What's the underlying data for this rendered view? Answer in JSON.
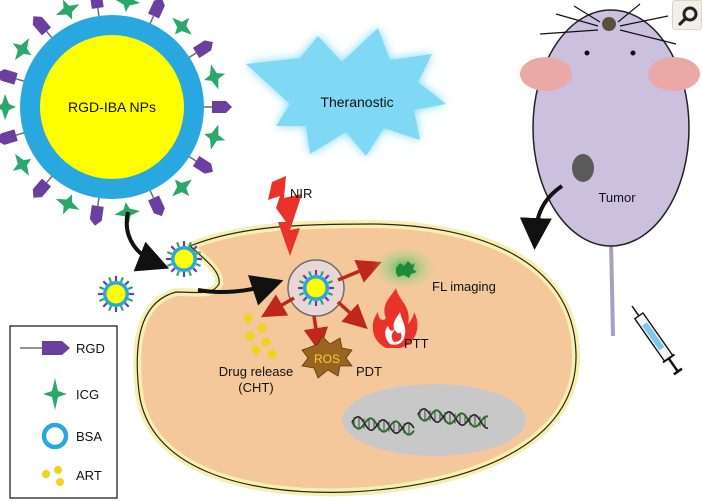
{
  "nanoparticle": {
    "label": "RGD-IBA NPs"
  },
  "theranostic": {
    "label": "Theranostic"
  },
  "nir": {
    "label": "NIR"
  },
  "fl_imaging": {
    "label": "FL imaging"
  },
  "ptt": {
    "label": "PTT"
  },
  "pdt": {
    "label": "PDT"
  },
  "ros": {
    "label": "ROS"
  },
  "drug_release": {
    "line1": "Drug release",
    "line2": "(CHT)"
  },
  "tumor": {
    "label": "Tumor"
  },
  "legend": {
    "items": [
      {
        "label": "RGD",
        "icon": "rgd-ligand-icon"
      },
      {
        "label": "ICG",
        "icon": "icg-star-icon"
      },
      {
        "label": "BSA",
        "icon": "bsa-ring-icon"
      },
      {
        "label": "ART",
        "icon": "art-dots-icon"
      }
    ]
  },
  "colors": {
    "core": "#ffff00",
    "bsa_shell": "#29a8e0",
    "rgd": "#6b3fa0",
    "icg": "#2aa86a",
    "cell": "#f4c89a",
    "cell_membrane": "#f6efb0",
    "nucleus": "#c8c8c8",
    "mouse": "#cbc0dd",
    "ear": "#eaa9a6",
    "arrow_red": "#c0271b",
    "starburst": "#6fd4f2"
  }
}
